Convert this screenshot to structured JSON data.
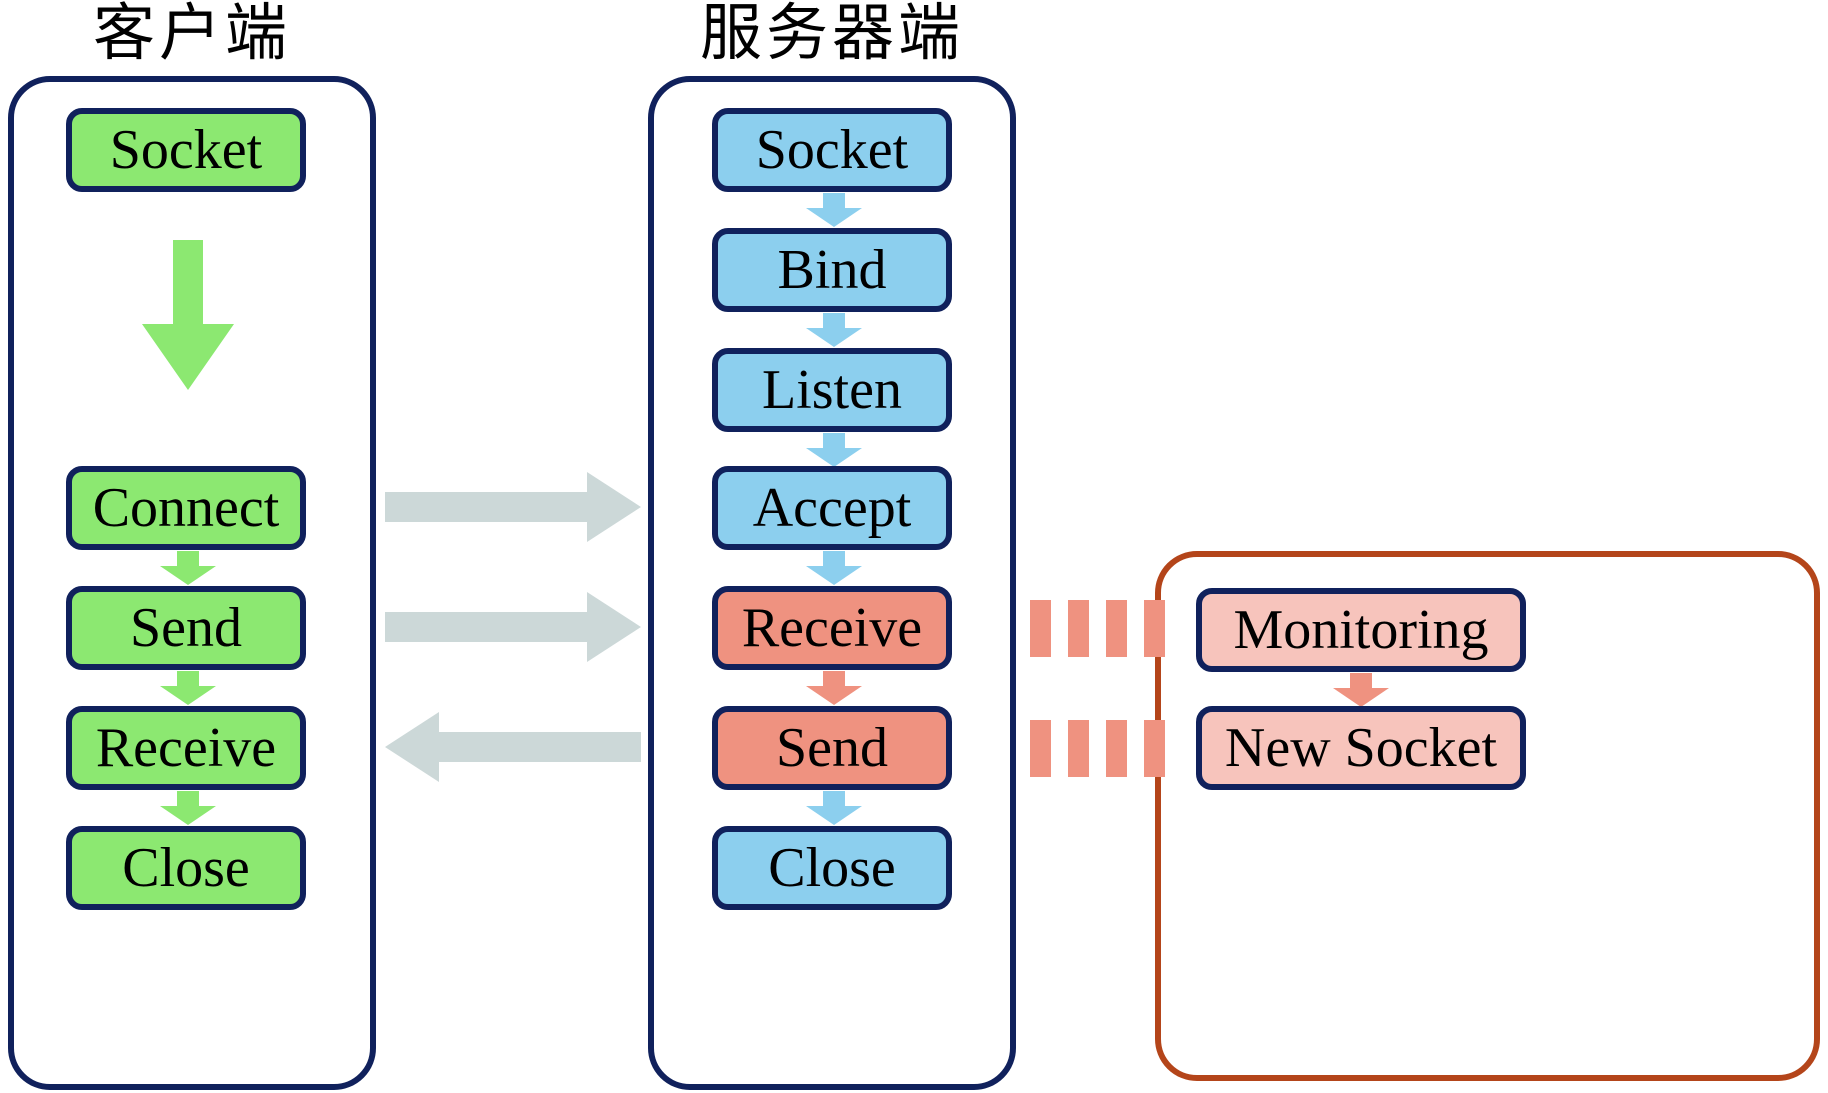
{
  "diagram": {
    "title_client": "客户端",
    "title_server": "服务器端",
    "colors": {
      "client_box": "#8ce871",
      "server_box": "#8ccfee",
      "server_data_box": "#ef9280",
      "monitor_box": "#f7c4bc",
      "panel_border": "#10215c",
      "monitor_panel_border": "#b4451a",
      "gray_arrow": "#ccd8d8",
      "green_arrow": "#8ce871",
      "blue_arrow": "#8ccfee",
      "salmon_arrow": "#ef9280",
      "background": "#ffffff"
    }
  },
  "client": {
    "nodes": [
      {
        "label": "Socket"
      },
      {
        "label": "Connect"
      },
      {
        "label": "Send"
      },
      {
        "label": "Receive"
      },
      {
        "label": "Close"
      }
    ]
  },
  "server": {
    "nodes": [
      {
        "label": "Socket"
      },
      {
        "label": "Bind"
      },
      {
        "label": "Listen"
      },
      {
        "label": "Accept"
      },
      {
        "label": "Receive"
      },
      {
        "label": "Send"
      },
      {
        "label": "Close"
      }
    ]
  },
  "monitor": {
    "nodes": [
      {
        "label": "Monitoring"
      },
      {
        "label": "New Socket"
      }
    ]
  },
  "flows": [
    {
      "from": "Connect",
      "to": "Accept",
      "direction": "right"
    },
    {
      "from": "Send",
      "to": "Receive",
      "direction": "right"
    },
    {
      "from": "Send",
      "to": "Receive",
      "direction": "left"
    }
  ]
}
